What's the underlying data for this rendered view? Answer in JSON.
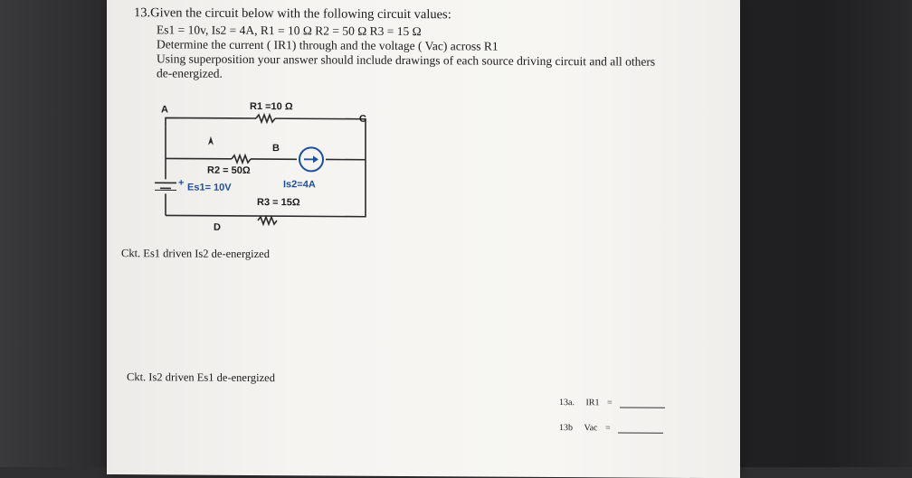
{
  "problem": {
    "title": "13.Given the circuit below with the following circuit values:",
    "values_line": "Es1 = 10v, Is2 = 4A, R1 = 10 Ω R2 = 50 Ω  R3 = 15 Ω",
    "task_line": "Determine the current ( IR1) through and the voltage ( Vac) across R1",
    "method_line": "Using superposition your answer should include drawings of each source driving  circuit and all others",
    "method_line2": "de-energized."
  },
  "circuit": {
    "node_a": "A",
    "node_b": "B",
    "node_c": "C",
    "node_d": "D",
    "r1_label": "R1 =10 Ω",
    "r2_label": "R2 = 50Ω",
    "r3_label": "R3 = 15Ω",
    "es1_label": "Es1= 10V",
    "is2_label": "Is2=4A",
    "plus_sign": "+",
    "wire_color": "#2a2a2a",
    "source_color": "#1e4f9a"
  },
  "captions": {
    "ckt_es1": "Ckt. Es1 driven Is2 de-energized",
    "ckt_is2": "Ckt. Is2 driven Es1 de-energized"
  },
  "answers": {
    "a_label": "13a.",
    "a_symbol": "IR1",
    "a_eq": "=",
    "b_label": "13b",
    "b_symbol": "Vac",
    "b_eq": "="
  }
}
